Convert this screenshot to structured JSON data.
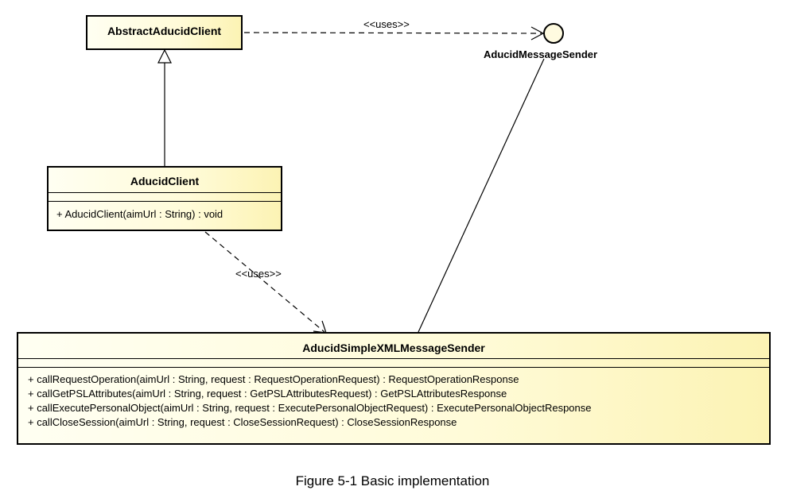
{
  "classes": {
    "abstract_client": {
      "name": "AbstractAducidClient"
    },
    "client": {
      "name": "AducidClient",
      "operations": [
        "+ AducidClient(aimUrl : String) : void"
      ]
    },
    "sender": {
      "name": "AducidSimpleXMLMessageSender",
      "operations": [
        "+ callRequestOperation(aimUrl : String, request : RequestOperationRequest) : RequestOperationResponse",
        "+ callGetPSLAttributes(aimUrl : String, request : GetPSLAttributesRequest) : GetPSLAttributesResponse",
        "+ callExecutePersonalObject(aimUrl : String, request : ExecutePersonalObjectRequest) : ExecutePersonalObjectResponse",
        "+ callCloseSession(aimUrl : String, request : CloseSessionRequest) : CloseSessionResponse"
      ]
    }
  },
  "interface": {
    "name": "AducidMessageSender"
  },
  "relations": {
    "uses_top": "<<uses>>",
    "uses_middle": "<<uses>>"
  },
  "caption": "Figure 5-1 Basic implementation"
}
